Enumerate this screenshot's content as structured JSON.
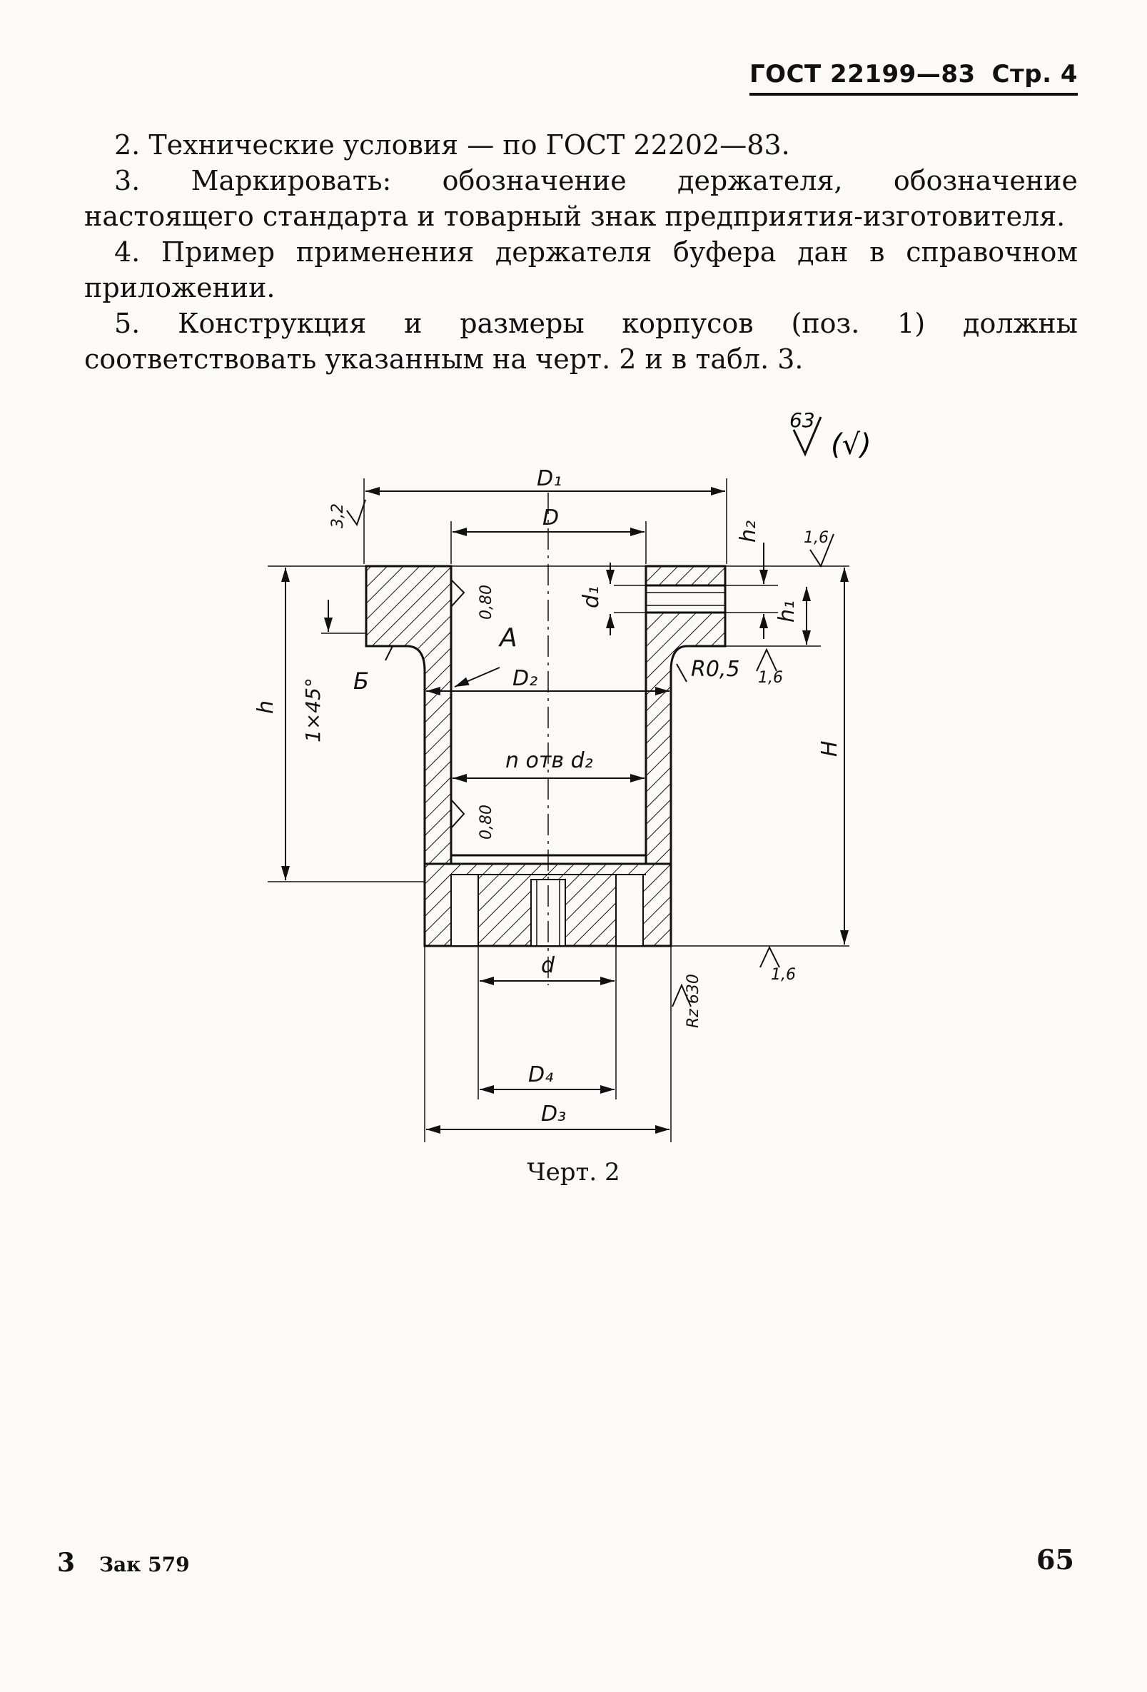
{
  "header": {
    "standard": "ГОСТ 22199—83",
    "page": "Стр. 4"
  },
  "paragraphs": [
    "2. Технические условия — по ГОСТ 22202—83.",
    "3. Маркировать: обозначение держателя, обозначение настоящего стандарта и товарный знак предприятия-изготовителя.",
    "4. Пример применения держателя буфера дан в справочном приложении.",
    "5. Конструкция и размеры корпусов (поз. 1) должны соответствовать указанным на черт. 2 и в табл. 3."
  ],
  "drawing": {
    "roughness_general": "63",
    "roughness_paren": "(√)",
    "labels": {
      "D1": "D₁",
      "D": "D",
      "D2": "D₂",
      "D3": "D₃",
      "D4": "D₄",
      "d": "d",
      "d1": "d₁",
      "h": "h",
      "h1": "h₁",
      "h2": "h₂",
      "H": "H",
      "holes": "n отв d₂",
      "chamfer": "1×45°",
      "view_A": "А",
      "view_B": "Б",
      "radius": "R0,5",
      "r_3_2": "3,2",
      "r_1_6_top": "1,6",
      "r_1_6_mid": "1,6",
      "r_1_6_bottom": "1,6",
      "r_0_80_top": "0,80",
      "r_0_80_mid": "0,80",
      "r_rz630": "Rz 630"
    }
  },
  "caption": "Черт. 2",
  "footer": {
    "left_num": "3",
    "left_text": "Зак 579",
    "right": "65"
  }
}
